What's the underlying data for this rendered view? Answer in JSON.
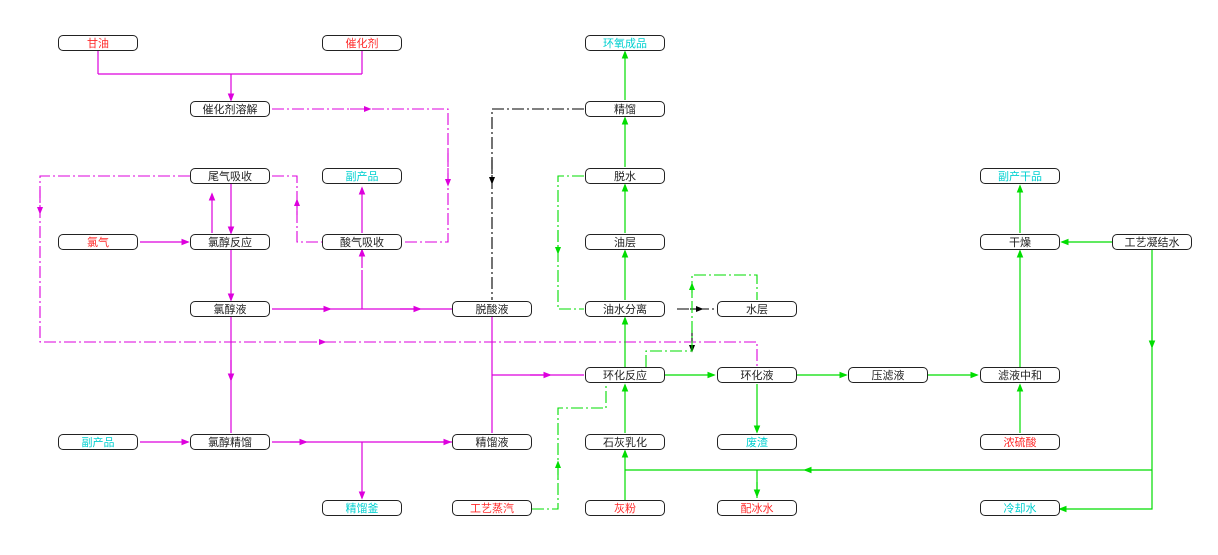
{
  "colors": {
    "magenta": "#dd00dd",
    "green": "#00dd00",
    "black": "#000000",
    "text_red": "#ff2a2a",
    "text_cyan": "#00d0d0",
    "text_black": "#222222"
  },
  "nodes": {
    "dian_you": "甘油",
    "cui_hua_ji": "催化剂",
    "cui_hua_ji_ronghui": "催化剂溶解",
    "wei_qi_xishou": "尾气吸收",
    "suan_xia_jiang": "副产品",
    "lv_qi": "氯气",
    "lv_qing_fanying": "氯醇反应",
    "suan_qi_xishou": "酸气吸收",
    "lv_qing_ye": "氯醇液",
    "tuo_suan_ye": "脱酸液",
    "lv_qing_jingliu": "氯醇精馏",
    "jing_liu_ye": "精馏液",
    "fu_chan_pin": "副产品",
    "jing_liu_ban": "精馏釜",
    "huan_yang_chengpin": "环氧成品",
    "jing_liu_2": "精馏",
    "tuo_shui": "脱水",
    "you_ceng": "油层",
    "you_shui_fenli": "油水分离",
    "shui_ceng": "水层",
    "huan_hua_fanying": "环化反应",
    "huan_hua_ye": "环化液",
    "ya_lv_ye": "压滤液",
    "lv_ye_zhonghe": "滤液中和",
    "gan_zao": "干燥",
    "gong_yi_ningjie_shui": "工艺凝结水",
    "fu_chan_gan": "副产干品",
    "shi_hui_ruhua": "石灰乳化",
    "fei_zha": "废渣",
    "nong_liu_suan": "浓硫酸",
    "gong_yi_zhengqi": "工艺蒸汽",
    "shi_hui_fen": "灰粉",
    "pei_bing_shui": "配冰水",
    "leng_que_shui": "冷却水"
  }
}
